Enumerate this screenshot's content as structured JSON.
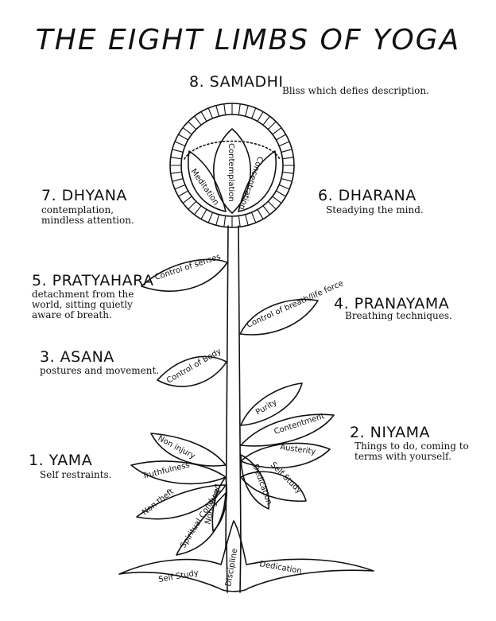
{
  "title": "THE EIGHT LIMBS OF YOGA",
  "limbs": [
    {
      "heading": "1. YAMA",
      "desc": "Self restraints."
    },
    {
      "heading": "2. NIYAMA",
      "desc": "Things to do, coming to terms with yourself."
    },
    {
      "heading": "3. ASANA",
      "desc": "postures and movement."
    },
    {
      "heading": "4. PRANAYAMA",
      "desc": "Breathing techniques."
    },
    {
      "heading": "5. PRATYAHARA",
      "desc": "detachment from the world, sitting quietly aware of breath."
    },
    {
      "heading": "6. DHARANA",
      "desc": "Steadying the mind."
    },
    {
      "heading": "7. DHYANA",
      "desc": "contemplation, mindless attention."
    },
    {
      "heading": "8. SAMADHI",
      "desc": "Bliss which defies description."
    }
  ],
  "flower_petals": [
    "Meditation",
    "Contemplation",
    "Concentration"
  ],
  "stem_leaves": {
    "pratyahara": "Control of senses",
    "pranayama": "Control of breath/life force",
    "asana": "Control of Body"
  },
  "yama_leaves": [
    "Non injury",
    "Truthfulness",
    "Non theft",
    "Spiritual Conduct",
    "Non greed"
  ],
  "niyama_leaves": [
    "Purity",
    "Contentment",
    "Austerity",
    "Self Study",
    "Dedication"
  ],
  "roots": {
    "left": "Self Study",
    "center": "Discipline",
    "right": "Dedication"
  }
}
